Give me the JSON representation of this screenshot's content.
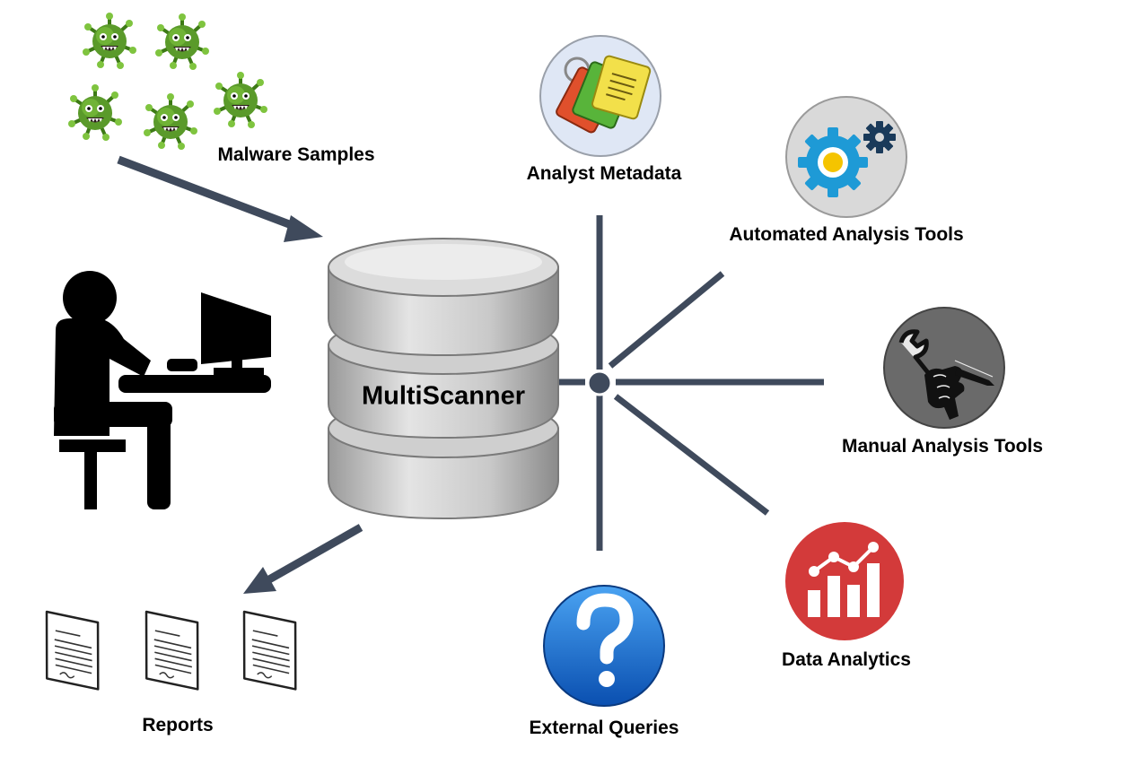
{
  "diagram": {
    "center": {
      "label": "MultiScanner",
      "icon": "database-icon"
    },
    "inputs": [
      {
        "label": "Malware Samples",
        "icon": "virus-icon"
      }
    ],
    "outputs": [
      {
        "label": "Reports",
        "icon": "document-icon"
      }
    ],
    "hub_nodes": [
      {
        "label": "Analyst Metadata",
        "icon": "tags-icon"
      },
      {
        "label": "Automated Analysis Tools",
        "icon": "gears-icon"
      },
      {
        "label": "Manual Analysis Tools",
        "icon": "wrench-hand-icon"
      },
      {
        "label": "Data Analytics",
        "icon": "bar-chart-icon"
      },
      {
        "label": "External Queries",
        "icon": "question-icon"
      }
    ],
    "user": {
      "icon": "user-at-computer-icon"
    },
    "colors": {
      "connector": "#3f4a5c",
      "virus": "#5a9a2a",
      "database": "#c8c8c8",
      "metadata_bg": "#dfe7f5",
      "automated_bg": "#d9d9d9",
      "gear_blue": "#1e9ad6",
      "manual_bg": "#6a6a6a",
      "analytics_red": "#d33a3a",
      "query_blue": "#1f6fd6"
    }
  }
}
